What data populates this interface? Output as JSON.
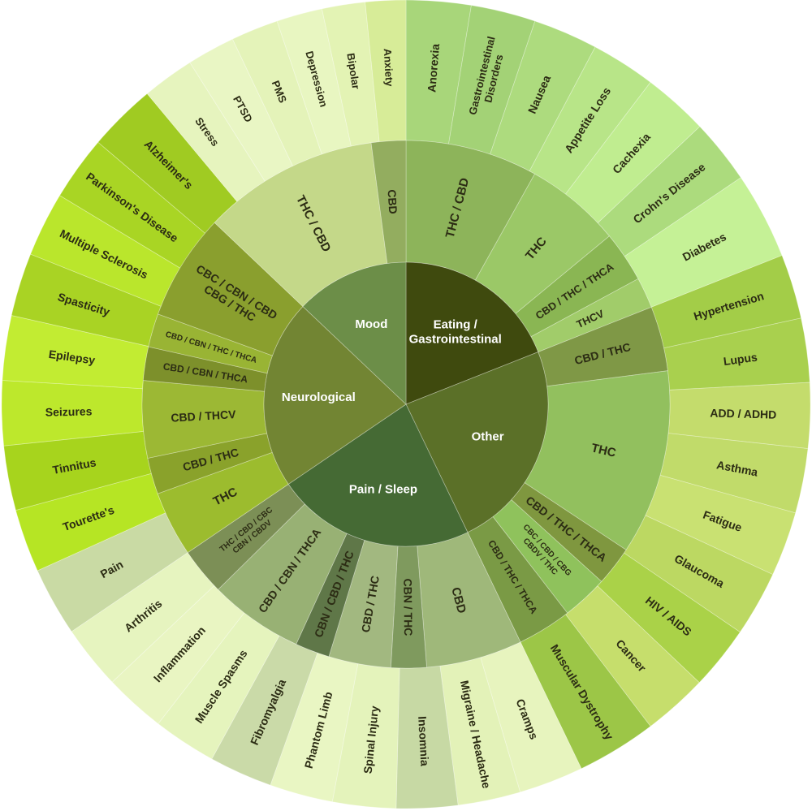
{
  "wheel": {
    "categories": [
      {
        "name": "Eating / Gastrointestinal",
        "lines": [
          "Eating /",
          "Gastrointestinal"
        ],
        "start": 0,
        "end": 68.4,
        "color": "#3f4a0e"
      },
      {
        "name": "Other",
        "lines": [
          "Other"
        ],
        "start": 68.4,
        "end": 154.3,
        "color": "#5b7028"
      },
      {
        "name": "Pain / Sleep",
        "lines": [
          "Pain / Sleep"
        ],
        "start": 154.3,
        "end": 235.8,
        "color": "#456a34"
      },
      {
        "name": "Neurological",
        "lines": [
          "Neurological"
        ],
        "start": 235.8,
        "end": 313.5,
        "color": "#728533"
      },
      {
        "name": "Mood",
        "lines": [
          "Mood"
        ],
        "start": 313.5,
        "end": 360,
        "color": "#6c8e48"
      }
    ],
    "treatments": [
      {
        "lines": [
          "THC / CBD"
        ],
        "start": 0,
        "end": 29.2,
        "color": "#8db45a",
        "size": 15
      },
      {
        "lines": [
          "THC"
        ],
        "start": 29.2,
        "end": 50.4,
        "color": "#9bc867",
        "size": 15
      },
      {
        "lines": [
          "CBD / THC / THCA"
        ],
        "start": 50.4,
        "end": 61.6,
        "color": "#8ab653",
        "size": 13
      },
      {
        "lines": [
          "THCV"
        ],
        "start": 61.6,
        "end": 68.4,
        "color": "#a1cc6a",
        "size": 13
      },
      {
        "lines": [
          "CBD / THC"
        ],
        "start": 68.4,
        "end": 82.7,
        "color": "#7f9846",
        "size": 14
      },
      {
        "lines": [
          "THC"
        ],
        "start": 82.7,
        "end": 123.5,
        "color": "#92c05e",
        "size": 15
      },
      {
        "lines": [
          "CBD / THC / THCA"
        ],
        "start": 123.5,
        "end": 132.2,
        "color": "#7f973f",
        "size": 14
      },
      {
        "lines": [
          "CBC / CBD / CBG",
          "CBDV / THC"
        ],
        "start": 132.2,
        "end": 142.3,
        "color": "#8fc25c",
        "size": 10
      },
      {
        "lines": [
          "CBD / THC / THCA"
        ],
        "start": 142.3,
        "end": 154.3,
        "color": "#7a9a45",
        "size": 12
      },
      {
        "lines": [
          "CBD"
        ],
        "start": 154.3,
        "end": 175.5,
        "color": "#9fb87a",
        "size": 15
      },
      {
        "lines": [
          "CBN / THC"
        ],
        "start": 175.5,
        "end": 183.3,
        "color": "#7f9a5e",
        "size": 14
      },
      {
        "lines": [
          "CBD / THC"
        ],
        "start": 183.3,
        "end": 197.0,
        "color": "#a2b880",
        "size": 14
      },
      {
        "lines": [
          "CBN / CBD / THC"
        ],
        "start": 197.0,
        "end": 204.6,
        "color": "#5f7748",
        "size": 14
      },
      {
        "lines": [
          "CBD / CBN / THCA"
        ],
        "start": 204.6,
        "end": 225.4,
        "color": "#98b174",
        "size": 14
      },
      {
        "lines": [
          "THC / CBD / CBC",
          "CBN / CBDV"
        ],
        "start": 225.4,
        "end": 235.8,
        "color": "#7c8f56",
        "size": 10
      },
      {
        "lines": [
          "THC"
        ],
        "start": 235.8,
        "end": 250.2,
        "color": "#9cbc2e",
        "size": 15
      },
      {
        "lines": [
          "CBD / THC"
        ],
        "start": 250.2,
        "end": 258.2,
        "color": "#8aa22b",
        "size": 14
      },
      {
        "lines": [
          "CBD / THCV"
        ],
        "start": 258.2,
        "end": 275.2,
        "color": "#9cb834",
        "size": 14
      },
      {
        "lines": [
          "CBD / CBN / THCA"
        ],
        "start": 275.2,
        "end": 282.6,
        "color": "#7d902b",
        "size": 12
      },
      {
        "lines": [
          "CBD / CBN / THC / THCA"
        ],
        "start": 282.6,
        "end": 290.0,
        "color": "#99b434",
        "size": 10
      },
      {
        "lines": [
          "CBC / CBN / CBD",
          "CBG / THC"
        ],
        "start": 290.0,
        "end": 313.5,
        "color": "#8a9f2e",
        "size": 14
      },
      {
        "lines": [
          "THC / CBD"
        ],
        "start": 313.5,
        "end": 352.4,
        "color": "#c4d889",
        "size": 15
      },
      {
        "lines": [
          "CBD"
        ],
        "start": 352.4,
        "end": 360,
        "color": "#93ad5f",
        "size": 14
      }
    ],
    "conditions": [
      {
        "lines": [
          "Anorexia"
        ],
        "start": 0,
        "end": 9.3,
        "color": "#a8d67a"
      },
      {
        "lines": [
          "Gastrointestinal",
          "Disorders"
        ],
        "start": 9.3,
        "end": 18.6,
        "color": "#a3d276"
      },
      {
        "lines": [
          "Nausea"
        ],
        "start": 18.6,
        "end": 27.9,
        "color": "#addb7e"
      },
      {
        "lines": [
          "Appetite Loss"
        ],
        "start": 27.9,
        "end": 37.2,
        "color": "#b8e588"
      },
      {
        "lines": [
          "Cachexia"
        ],
        "start": 37.2,
        "end": 46.6,
        "color": "#c0ed90"
      },
      {
        "lines": [
          "Crohn's Disease"
        ],
        "start": 46.6,
        "end": 55.9,
        "color": "#acdb7d"
      },
      {
        "lines": [
          "Diabetes"
        ],
        "start": 55.9,
        "end": 68.4,
        "color": "#c5f196"
      },
      {
        "lines": [
          "Hypertension"
        ],
        "start": 68.4,
        "end": 77.7,
        "color": "#a3cd48"
      },
      {
        "lines": [
          "Lupus"
        ],
        "start": 77.7,
        "end": 86.9,
        "color": "#a9d04e"
      },
      {
        "lines": [
          "ADD / ADHD"
        ],
        "start": 86.9,
        "end": 96.3,
        "color": "#c4dc6c"
      },
      {
        "lines": [
          "Asthma"
        ],
        "start": 96.3,
        "end": 105.6,
        "color": "#c1db6a"
      },
      {
        "lines": [
          "Fatigue"
        ],
        "start": 105.6,
        "end": 114.9,
        "color": "#c9e172"
      },
      {
        "lines": [
          "Glaucoma"
        ],
        "start": 114.9,
        "end": 124.3,
        "color": "#bcd862"
      },
      {
        "lines": [
          "HIV / AIDS"
        ],
        "start": 124.3,
        "end": 133.5,
        "color": "#aad248"
      },
      {
        "lines": [
          "Cancer"
        ],
        "start": 133.5,
        "end": 142.8,
        "color": "#c6de6c"
      },
      {
        "lines": [
          "Muscular Dystrophy"
        ],
        "start": 142.8,
        "end": 154.3,
        "color": "#9cc647"
      },
      {
        "lines": [
          "Cramps"
        ],
        "start": 154.3,
        "end": 163.6,
        "color": "#e7f4be"
      },
      {
        "lines": [
          "Migraine / Headache"
        ],
        "start": 163.6,
        "end": 172.6,
        "color": "#e3f2b8"
      },
      {
        "lines": [
          "Insomnia"
        ],
        "start": 172.6,
        "end": 181.4,
        "color": "#c7d9a4"
      },
      {
        "lines": [
          "Spinal Injury"
        ],
        "start": 181.4,
        "end": 190.5,
        "color": "#e4f3bb"
      },
      {
        "lines": [
          "Phantom Limb"
        ],
        "start": 190.5,
        "end": 199.6,
        "color": "#e9f6c3"
      },
      {
        "lines": [
          "Fibromyalgia"
        ],
        "start": 199.6,
        "end": 208.7,
        "color": "#cadaa8"
      },
      {
        "lines": [
          "Muscle Spasms"
        ],
        "start": 208.7,
        "end": 217.8,
        "color": "#e5f4bd"
      },
      {
        "lines": [
          "Inflammation"
        ],
        "start": 217.8,
        "end": 226.6,
        "color": "#e9f5c2"
      },
      {
        "lines": [
          "Arthritis"
        ],
        "start": 226.6,
        "end": 235.8,
        "color": "#e6f4bf"
      },
      {
        "lines": [
          "Pain"
        ],
        "start": 235.8,
        "end": 245.7,
        "color": "#c9daa4"
      },
      {
        "lines": [
          "Tourette's"
        ],
        "start": 245.7,
        "end": 254.8,
        "color": "#b6e524"
      },
      {
        "lines": [
          "Tinnitus"
        ],
        "start": 254.8,
        "end": 264.1,
        "color": "#a7d41d"
      },
      {
        "lines": [
          "Seizures"
        ],
        "start": 264.1,
        "end": 273.4,
        "color": "#bde82c"
      },
      {
        "lines": [
          "Epilepsy"
        ],
        "start": 273.4,
        "end": 282.7,
        "color": "#c2ec32"
      },
      {
        "lines": [
          "Spasticity"
        ],
        "start": 282.7,
        "end": 291.8,
        "color": "#a9d324"
      },
      {
        "lines": [
          "Multiple Sclerosis"
        ],
        "start": 291.8,
        "end": 301.1,
        "color": "#bae62c"
      },
      {
        "lines": [
          "Parkinson's Disease"
        ],
        "start": 301.1,
        "end": 310.4,
        "color": "#a9d524"
      },
      {
        "lines": [
          "Alzheimer's"
        ],
        "start": 310.4,
        "end": 320.2,
        "color": "#a0cb22"
      },
      {
        "lines": [
          "Stress"
        ],
        "start": 320.2,
        "end": 327.7,
        "color": "#e6f4be"
      },
      {
        "lines": [
          "PTSD"
        ],
        "start": 327.7,
        "end": 334.6,
        "color": "#e9f6c4"
      },
      {
        "lines": [
          "PMS"
        ],
        "start": 334.6,
        "end": 341.4,
        "color": "#e4f3b9"
      },
      {
        "lines": [
          "Depression"
        ],
        "start": 341.4,
        "end": 348.0,
        "color": "#e8f6c1"
      },
      {
        "lines": [
          "Bipolar"
        ],
        "start": 348.0,
        "end": 354.2,
        "color": "#e3f3b4"
      },
      {
        "lines": [
          "Anxiety"
        ],
        "start": 354.2,
        "end": 360,
        "color": "#d7ec98"
      }
    ]
  }
}
